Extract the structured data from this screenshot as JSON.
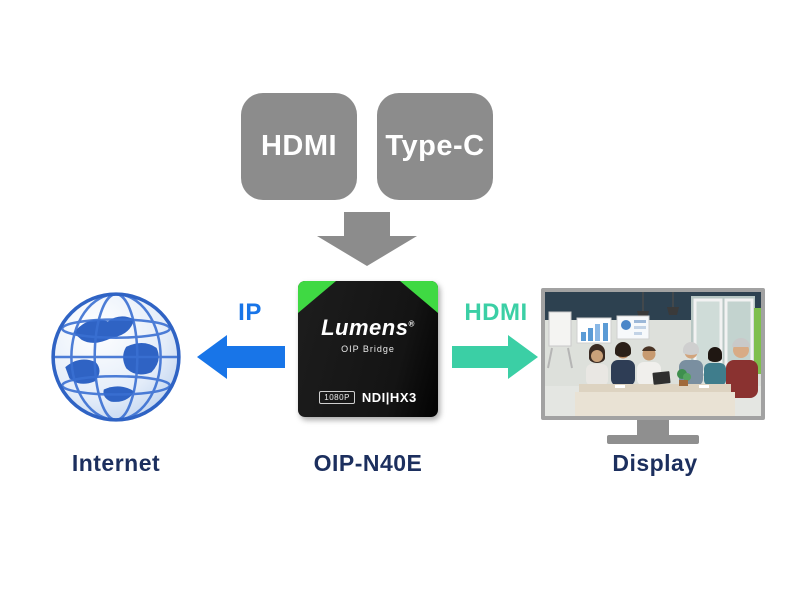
{
  "inputs": {
    "hdmi": "HDMI",
    "typec": "Type-C"
  },
  "device": {
    "brand": "Lumens",
    "brand_mark": "®",
    "subtitle": "OIP Bridge",
    "badge_resolution": "1080P",
    "badge_ndi": "NDI|HX3",
    "model": "OIP-N40E"
  },
  "internet": {
    "arrow_label": "IP",
    "caption": "Internet"
  },
  "display": {
    "arrow_label": "HDMI",
    "caption": "Display"
  },
  "icons": {
    "down_arrow": "down-arrow-icon",
    "left_arrow": "left-arrow-icon",
    "right_arrow": "right-arrow-icon",
    "globe": "globe-icon",
    "monitor": "monitor-icon"
  },
  "colors": {
    "box_gray": "#8c8c8c",
    "arrow_blue": "#1875e8",
    "arrow_teal": "#3bcfa5",
    "label_navy": "#1c2f5e",
    "device_green": "#3fd943"
  }
}
